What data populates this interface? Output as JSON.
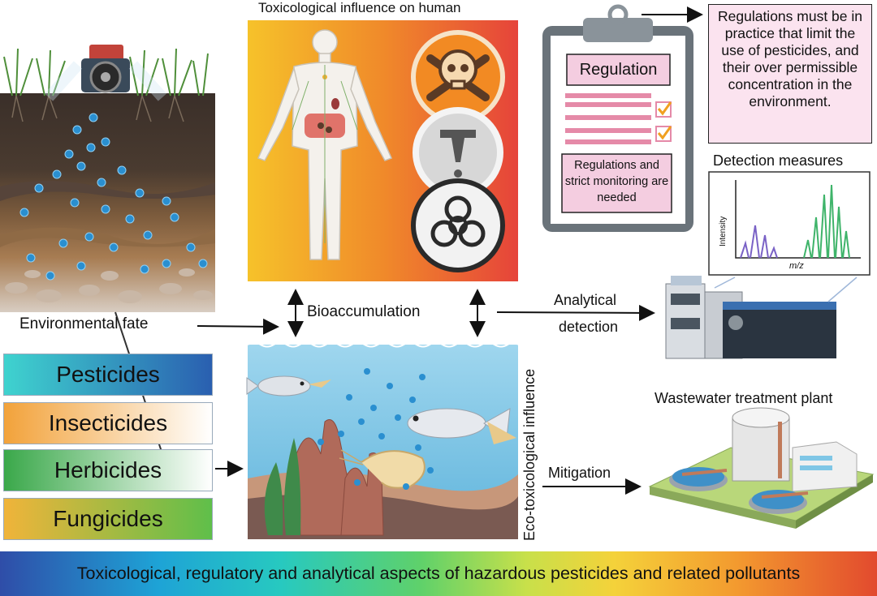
{
  "labels": {
    "toxicological_title": "Toxicological influence on human",
    "environmental_fate": "Environmental fate",
    "bioaccumulation": "Bioaccumulation",
    "analytical_detection_line1": "Analytical",
    "analytical_detection_line2": "detection",
    "mitigation": "Mitigation",
    "eco_toxicological": "Eco-toxicological influence",
    "detection_measures": "Detection measures",
    "wastewater": "Wastewater treatment plant",
    "intensity_axis": "Intensity",
    "mz_axis": "m/z"
  },
  "clipboard": {
    "title": "Regulation",
    "box_text": "Regulations and strict monitoring are needed"
  },
  "regulation_note": "Regulations must be in practice that limit the use of pesticides, and their over permissible concentration in the environment.",
  "pesticide_classes": [
    {
      "label": "Pesticides",
      "gradient": [
        "#3fd3cf",
        "#2a5fb0"
      ]
    },
    {
      "label": "Insecticides",
      "gradient": [
        "#f2a23a",
        "#ffffff"
      ]
    },
    {
      "label": "Herbicides",
      "gradient": [
        "#3aa84a",
        "#ffffff"
      ]
    },
    {
      "label": "Fungicides",
      "gradient": [
        "#f0b43a",
        "#5fbf4a"
      ]
    }
  ],
  "banner": "Toxicological, regulatory and analytical aspects of hazardous pesticides and related pollutants",
  "colors": {
    "human_panel_gradient": [
      "#f6c22a",
      "#f08a2a",
      "#e6443a"
    ],
    "water": "#7fc6e6",
    "droplet": "#2a8fd0",
    "note_fill": "#fbe3ef",
    "peaks_purple": "#7a62c6",
    "peaks_green": "#3fb46a"
  }
}
